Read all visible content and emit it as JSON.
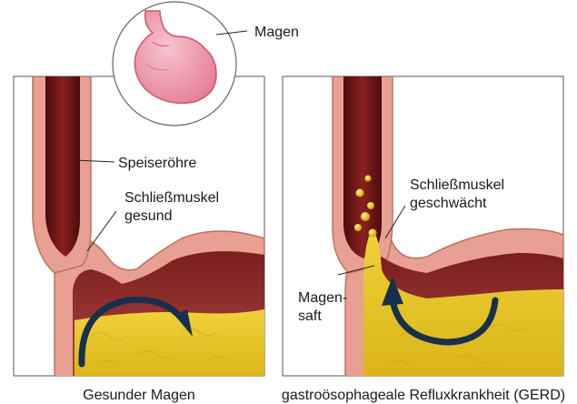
{
  "labels": {
    "stomach": "Magen",
    "esophagus": "Speiseröhre",
    "sphincter_healthy_line1": "Schließmuskel",
    "sphincter_healthy_line2": "gesund",
    "sphincter_weak_line1": "Schließmuskel",
    "sphincter_weak_line2": "geschwächt",
    "gastric_juice_line1": "Magen-",
    "gastric_juice_line2": "saft"
  },
  "captions": {
    "left": "Gesunder Magen",
    "right": "gastroösophageale Refluxkrankheit (GERD)"
  },
  "colors": {
    "tissue": "#e8a092",
    "lumen": "#6e1616",
    "stomach_wall": "#a8423e",
    "gastric_juice": "#e6c321",
    "arrow": "#16304d",
    "inset_stomach": "#f2a0b3"
  }
}
